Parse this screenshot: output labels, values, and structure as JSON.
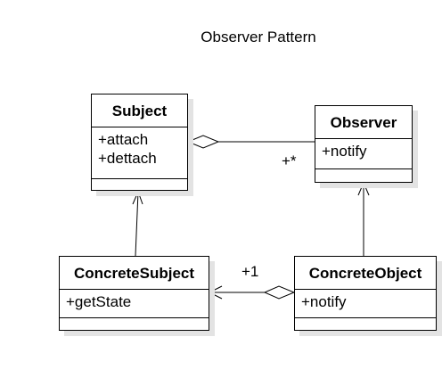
{
  "diagram": {
    "title": "Observer Pattern",
    "classes": {
      "subject": {
        "name": "Subject",
        "attributes": [
          "+attach",
          "+dettach"
        ]
      },
      "observer": {
        "name": "Observer",
        "attributes": [
          "+notify"
        ]
      },
      "concrete_subject": {
        "name": "ConcreteSubject",
        "attributes": [
          "+getState"
        ]
      },
      "concrete_object": {
        "name": "ConcreteObject",
        "attributes": [
          "+notify"
        ]
      }
    },
    "associations": {
      "subject_observer_multiplicity": "+*",
      "concrete_multiplicity": "+1"
    },
    "colors": {
      "stroke": "#000000",
      "shadow": "#e3e3e3",
      "background": "#ffffff"
    }
  }
}
